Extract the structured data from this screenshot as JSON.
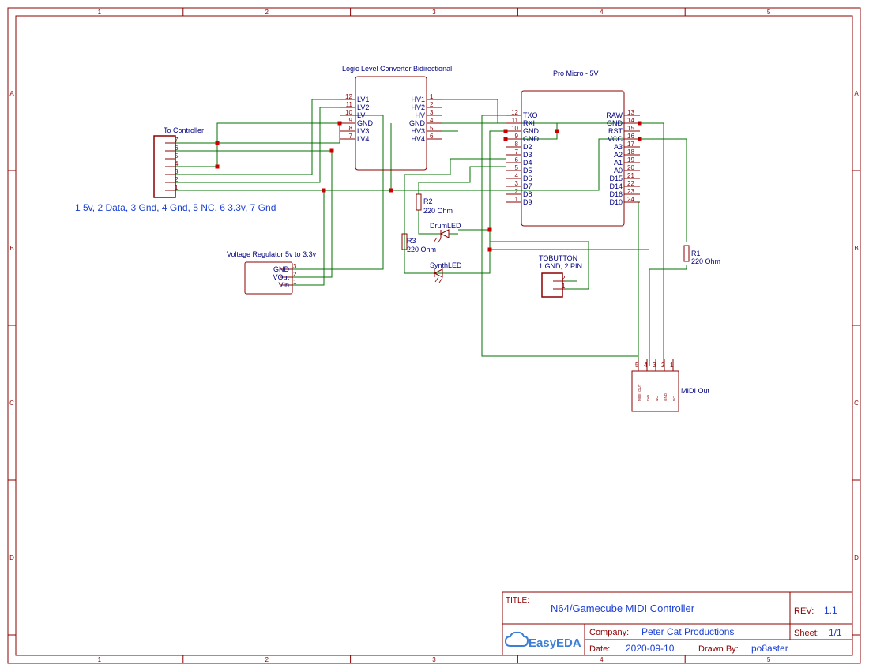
{
  "border": {
    "columns": [
      "1",
      "2",
      "3",
      "4",
      "5"
    ],
    "rows": [
      "A",
      "B",
      "C",
      "D"
    ]
  },
  "colors": {
    "wire": "#007000",
    "frame": "#8b0000",
    "part": "#8b0000",
    "junction": "#cc0000",
    "text_dark": "#000080",
    "text_blue": "#1a3fd6"
  },
  "parts": {
    "controller": {
      "name": "To Controller",
      "pins": [
        "7",
        "6",
        "5",
        "4",
        "3",
        "2",
        "1"
      ]
    },
    "pin_note": "1 5v, 2 Data, 3 Gnd, 4 Gnd, 5 NC, 6 3.3v, 7 Gnd",
    "level_converter": {
      "name": "Logic Level Converter Bidirectional",
      "left_pins": [
        {
          "num": "12",
          "label": "LV1"
        },
        {
          "num": "11",
          "label": "LV2"
        },
        {
          "num": "10",
          "label": "LV"
        },
        {
          "num": "9",
          "label": "GND"
        },
        {
          "num": "8",
          "label": "LV3"
        },
        {
          "num": "7",
          "label": "LV4"
        }
      ],
      "right_pins": [
        {
          "num": "1",
          "label": "HV1"
        },
        {
          "num": "2",
          "label": "HV2"
        },
        {
          "num": "3",
          "label": "HV"
        },
        {
          "num": "4",
          "label": "GND"
        },
        {
          "num": "5",
          "label": "HV3"
        },
        {
          "num": "6",
          "label": "HV4"
        }
      ]
    },
    "pro_micro": {
      "name": "Pro Micro - 5V",
      "left_pins": [
        {
          "num": "12",
          "label": "TXO"
        },
        {
          "num": "11",
          "label": "RXI"
        },
        {
          "num": "10",
          "label": "GND"
        },
        {
          "num": "9",
          "label": "GND"
        },
        {
          "num": "8",
          "label": "D2"
        },
        {
          "num": "7",
          "label": "D3"
        },
        {
          "num": "6",
          "label": "D4"
        },
        {
          "num": "5",
          "label": "D5"
        },
        {
          "num": "4",
          "label": "D6"
        },
        {
          "num": "3",
          "label": "D7"
        },
        {
          "num": "2",
          "label": "D8"
        },
        {
          "num": "1",
          "label": "D9"
        }
      ],
      "right_pins": [
        {
          "num": "13",
          "label": "RAW"
        },
        {
          "num": "14",
          "label": "GND"
        },
        {
          "num": "15",
          "label": "RST"
        },
        {
          "num": "16",
          "label": "VCC"
        },
        {
          "num": "17",
          "label": "A3"
        },
        {
          "num": "18",
          "label": "A2"
        },
        {
          "num": "19",
          "label": "A1"
        },
        {
          "num": "20",
          "label": "A0"
        },
        {
          "num": "21",
          "label": "D15"
        },
        {
          "num": "22",
          "label": "D14"
        },
        {
          "num": "23",
          "label": "D16"
        },
        {
          "num": "24",
          "label": "D10"
        }
      ]
    },
    "regulator": {
      "name": "Voltage Regulator 5v to 3.3v",
      "pins": [
        {
          "num": "3",
          "label": "GND"
        },
        {
          "num": "2",
          "label": "VOut"
        },
        {
          "num": "1",
          "label": "VIn"
        }
      ]
    },
    "r2": {
      "ref": "R2",
      "value": "220 Ohm"
    },
    "r3": {
      "ref": "R3",
      "value": "220 Ohm"
    },
    "r1": {
      "ref": "R1",
      "value": "220 Ohm"
    },
    "drum_led": {
      "name": "DrumLED"
    },
    "synth_led": {
      "name": "SynthLED"
    },
    "button": {
      "name_line1": "TOBUTTON",
      "name_line2": "1 GND, 2 PIN",
      "pins": [
        "2",
        "1"
      ]
    },
    "midi": {
      "name": "MIDI Out",
      "pins": [
        "5",
        "4",
        "3",
        "2",
        "1"
      ],
      "inner_labels": [
        "MIDI_OUT",
        "5V0",
        "NC",
        "GND",
        "NC"
      ]
    }
  },
  "title_block": {
    "title_label": "TITLE:",
    "title": "N64/Gamecube MIDI Controller",
    "rev_label": "REV:",
    "rev": "1.1",
    "company_label": "Company:",
    "company": "Peter Cat Productions",
    "sheet_label": "Sheet:",
    "sheet": "1/1",
    "date_label": "Date:",
    "date": "2020-09-10",
    "drawn_label": "Drawn By:",
    "drawn": "po8aster",
    "logo_text": "EasyEDA"
  }
}
